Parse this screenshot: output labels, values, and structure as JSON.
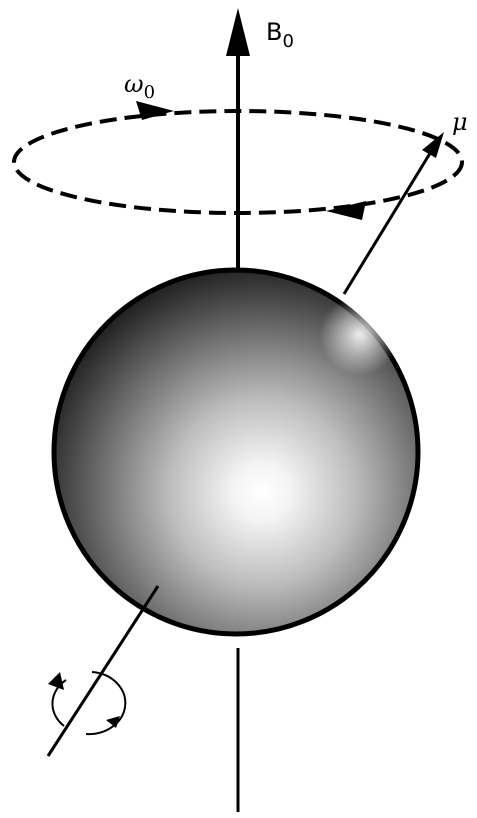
{
  "labels": {
    "field": "B",
    "field_sub": "0",
    "frequency": "ω",
    "frequency_sub": "0",
    "moment": "μ"
  }
}
